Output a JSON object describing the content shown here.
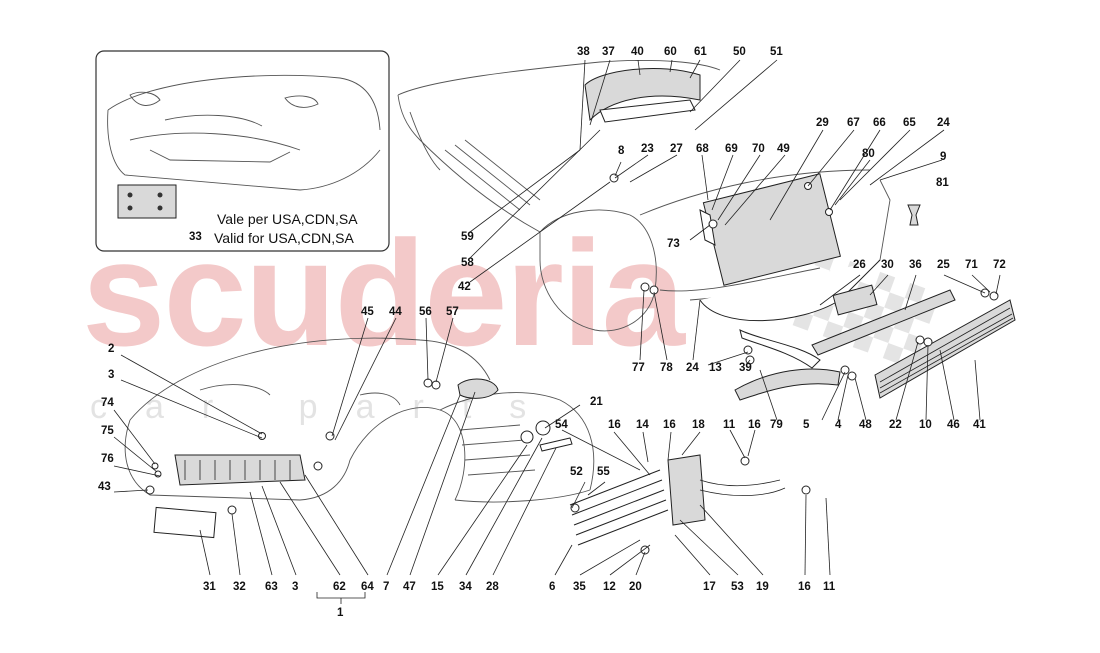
{
  "watermark": {
    "main": "scuderia",
    "sub": "car parts"
  },
  "inset": {
    "line_it": "Vale per USA,CDN,SA",
    "line_en": "Valid for USA,CDN,SA",
    "part_number": "33"
  },
  "labels": [
    "38",
    "37",
    "40",
    "60",
    "61",
    "50",
    "51",
    "8",
    "23",
    "27",
    "68",
    "69",
    "70",
    "49",
    "29",
    "67",
    "66",
    "65",
    "24",
    "80",
    "9",
    "81",
    "59",
    "58",
    "42",
    "73",
    "26",
    "30",
    "36",
    "25",
    "71",
    "72",
    "77",
    "78",
    "24",
    "13",
    "39",
    "79",
    "5",
    "4",
    "48",
    "22",
    "10",
    "46",
    "41",
    "45",
    "44",
    "56",
    "57",
    "2",
    "3",
    "74",
    "75",
    "76",
    "43",
    "21",
    "54",
    "16",
    "14",
    "16",
    "18",
    "11",
    "16",
    "52",
    "55",
    "6",
    "35",
    "12",
    "20",
    "17",
    "53",
    "19",
    "16",
    "11",
    "31",
    "32",
    "63",
    "3",
    "62",
    "64",
    "7",
    "47",
    "15",
    "34",
    "28",
    "1"
  ],
  "group_bracket_label": "1"
}
